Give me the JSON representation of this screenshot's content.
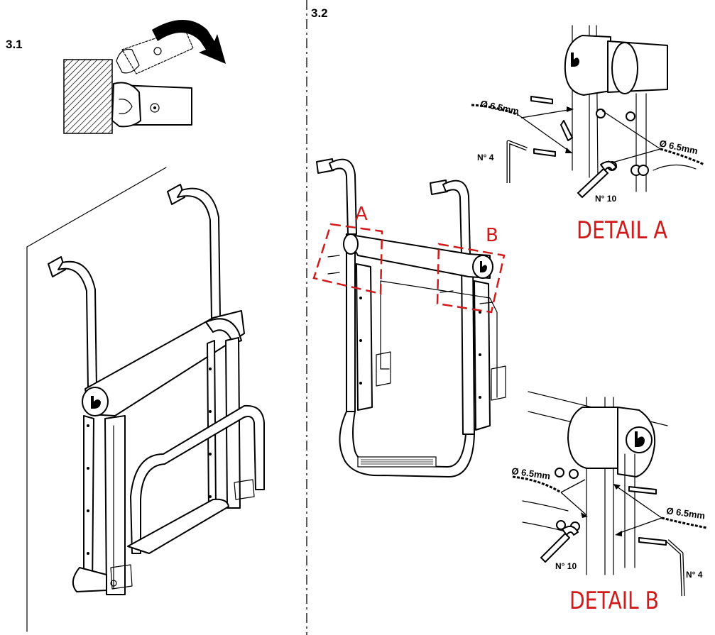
{
  "step_3_1": {
    "label": "3.1"
  },
  "step_3_2": {
    "label": "3.2"
  },
  "callouts": {
    "a": "A",
    "b": "B"
  },
  "detail_a": {
    "title": "DETAIL A",
    "drill_left": "Ø 6.5mm",
    "drill_right": "Ø 6.5mm",
    "hex_key": "N° 4",
    "wrench": "N° 10"
  },
  "detail_b": {
    "title": "DETAIL B",
    "drill_left": "Ø 6.5mm",
    "drill_right": "Ø 6.5mm",
    "hex_key": "N° 4",
    "wrench": "N° 10"
  },
  "colors": {
    "ink": "#000000",
    "callout_red": "#d11a1a",
    "background": "#ffffff"
  },
  "icons": [
    "rotate-arrow-icon",
    "drill-bit-icon",
    "hex-key-icon",
    "wrench-icon",
    "brand-logo-icon"
  ]
}
